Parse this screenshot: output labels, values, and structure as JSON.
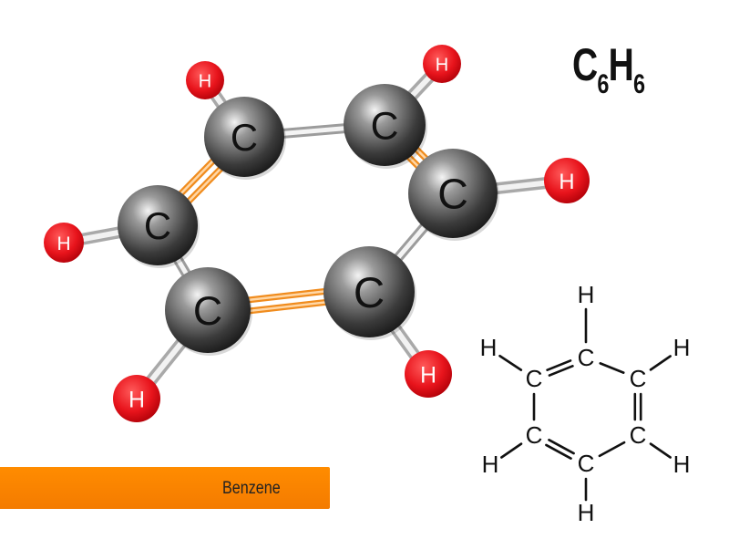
{
  "formula": {
    "element1": "C",
    "count1": "6",
    "element2": "H",
    "count2": "6"
  },
  "label": "Benzene",
  "atoms": {
    "carbon_symbol": "C",
    "hydrogen_symbol": "H"
  },
  "structural_formula": {
    "carbon_symbol": "C",
    "hydrogen_symbol": "H"
  },
  "colors": {
    "carbon": "#3a3a3a",
    "hydrogen": "#e8141c",
    "double_bond": "#f08c1e",
    "label_bar": "#f7820a"
  }
}
